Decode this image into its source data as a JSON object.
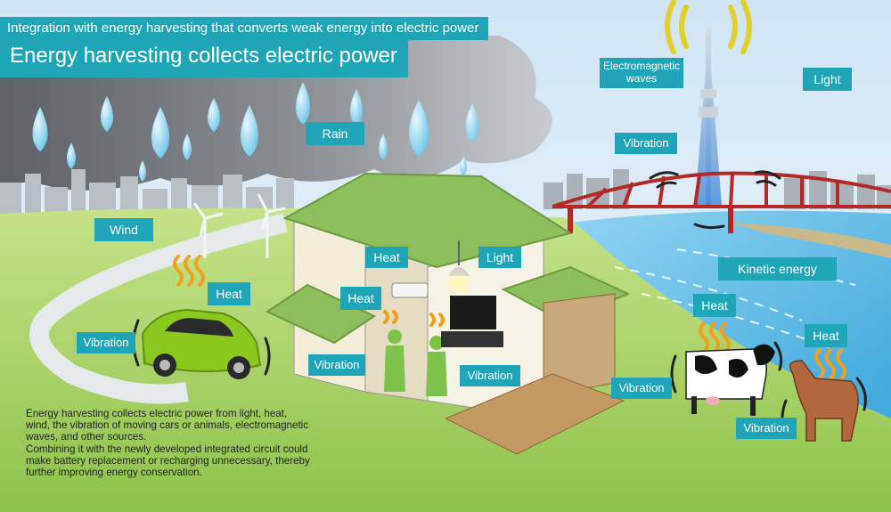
{
  "header": {
    "subtitle": "Integration with energy harvesting that converts weak energy into electric power",
    "title": "Energy harvesting collects electric power"
  },
  "labels": {
    "electromagnetic_waves": "Electromagnetic waves",
    "light_sky": "Light",
    "rain": "Rain",
    "vibration_bridge": "Vibration",
    "wind": "Wind",
    "heat_house_top": "Heat",
    "light_house": "Light",
    "heat_house_ac": "Heat",
    "heat_car": "Heat",
    "vibration_car": "Vibration",
    "vibration_porch": "Vibration",
    "vibration_tv": "Vibration",
    "kinetic_energy": "Kinetic energy",
    "heat_cow": "Heat",
    "heat_horse": "Heat",
    "vibration_cow": "Vibration",
    "vibration_horse": "Vibration"
  },
  "description": {
    "paragraph1": "Energy harvesting collects electric power from light, heat, wind, the vibration of moving cars or animals, electromagnetic waves, and other sources.",
    "paragraph2": "Combining it with the newly developed integrated circuit could make battery replacement or recharging unnecessary, thereby further improving energy conservation."
  },
  "colors": {
    "label_bg": "#1fa4b8",
    "roof_green": "#8fbf5c",
    "car_green": "#8cc81e",
    "bridge_red": "#b42828",
    "sky_blue": "#dcebf7",
    "storm_gray": "#6f7378",
    "river_blue": "#6cc3ec",
    "grass_green": "#9ccd55"
  }
}
